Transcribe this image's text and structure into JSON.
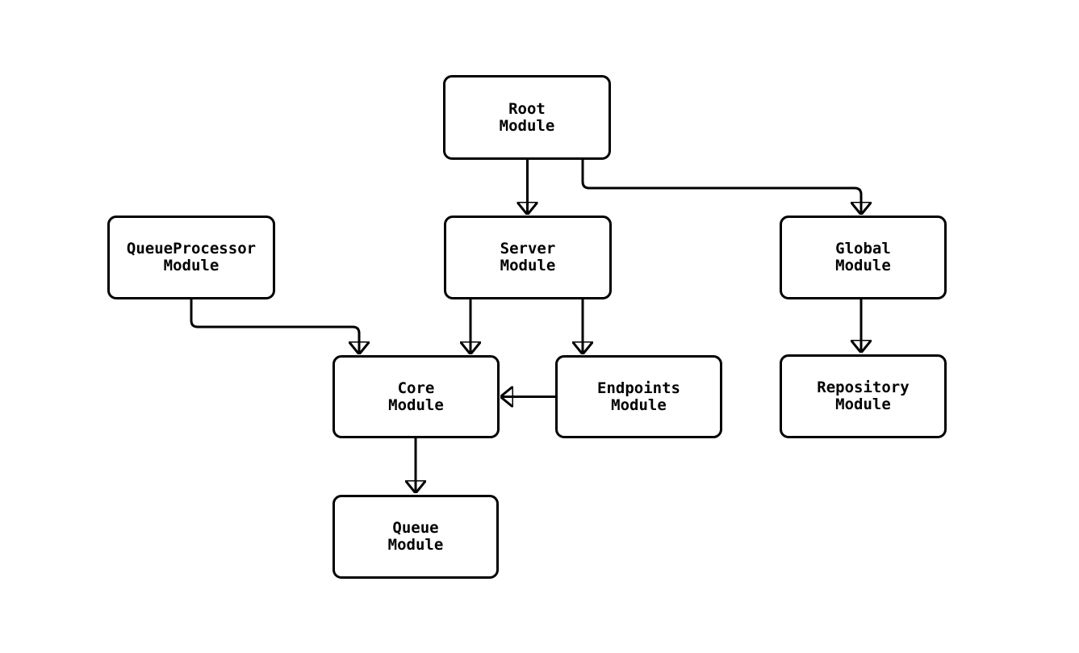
{
  "diagram": {
    "type": "flowchart",
    "nodes": [
      {
        "id": "root",
        "label": "Root\nModule"
      },
      {
        "id": "queue_processor",
        "label": "QueueProcessor\nModule"
      },
      {
        "id": "server",
        "label": "Server\nModule"
      },
      {
        "id": "global",
        "label": "Global\nModule"
      },
      {
        "id": "core",
        "label": "Core\nModule"
      },
      {
        "id": "endpoints",
        "label": "Endpoints\nModule"
      },
      {
        "id": "repository",
        "label": "Repository\nModule"
      },
      {
        "id": "queue",
        "label": "Queue\nModule"
      }
    ],
    "edges": [
      {
        "from": "Root Module",
        "to": "Server Module"
      },
      {
        "from": "Root Module",
        "to": "Global Module"
      },
      {
        "from": "QueueProcessor Module",
        "to": "Core Module"
      },
      {
        "from": "Server Module",
        "to": "Core Module"
      },
      {
        "from": "Server Module",
        "to": "Endpoints Module"
      },
      {
        "from": "Endpoints Module",
        "to": "Core Module"
      },
      {
        "from": "Global Module",
        "to": "Repository Module"
      },
      {
        "from": "Core Module",
        "to": "Queue Module"
      }
    ],
    "colors": {
      "background": "#ffffff",
      "node_fill": "#ffffff",
      "node_stroke": "#000000",
      "edge_stroke": "#000000",
      "text": "#000000"
    }
  }
}
